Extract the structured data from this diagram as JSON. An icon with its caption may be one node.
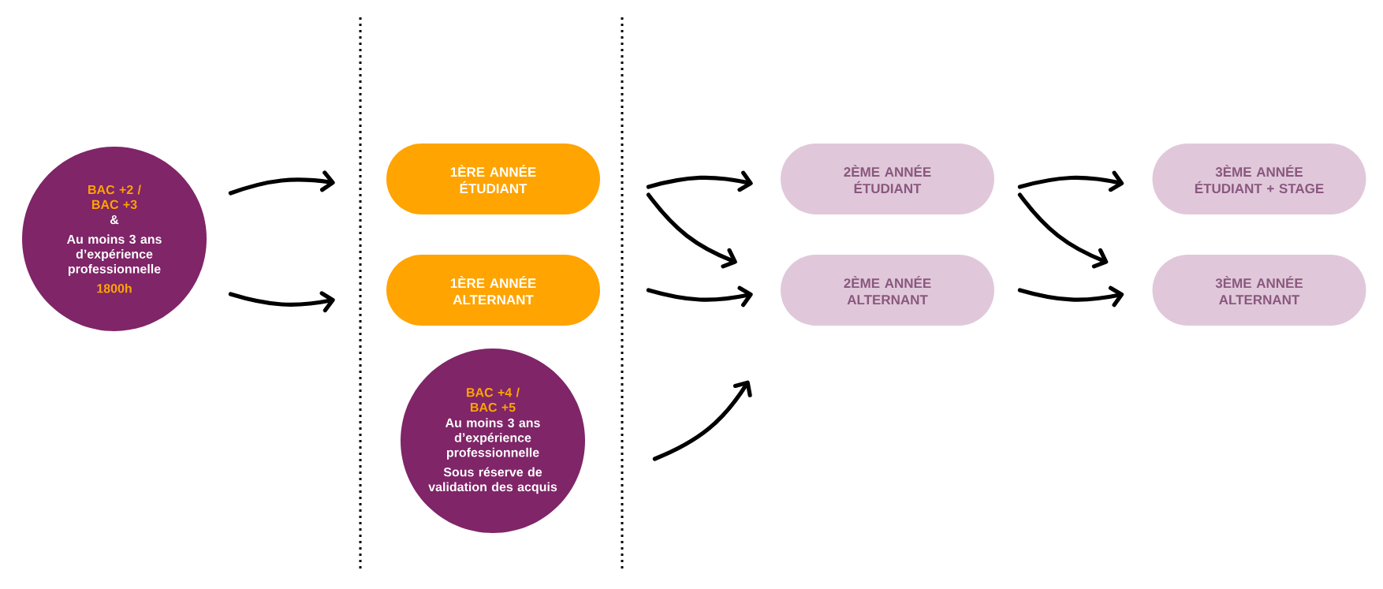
{
  "diagram": {
    "nodes": [
      {
        "text": [
          "BAC +2 / BAC +3",
          "&",
          "Au moins 3 ans d’expérience professionnelle",
          "1800h"
        ]
      },
      {
        "text": [
          "1ÈRE ANNÉE ÉTUDIANT"
        ]
      },
      {
        "text": [
          "1ÈRE ANNÉE ALTERNANT"
        ]
      },
      {
        "text": [
          "BAC +4 / BAC +5",
          "Au moins 3 ans d’expérience professionnelle",
          "Sous réserve de validation des acquis"
        ]
      },
      {
        "text": [
          "2ÈME ANNÉE ÉTUDIANT"
        ]
      },
      {
        "text": [
          "2ÈME ANNÉE ALTERNANT"
        ]
      },
      {
        "text": [
          "3ÈME ANNÉE ÉTUDIANT + STAGE"
        ]
      },
      {
        "text": [
          "3ÈME ANNÉE ALTERNANT"
        ]
      }
    ],
    "edges": [
      {
        "from": 0,
        "to": 1,
        "arrow": "to"
      },
      {
        "from": 0,
        "to": 2,
        "arrow": "to"
      },
      {
        "from": 1,
        "to": 4,
        "arrow": "to"
      },
      {
        "from": 1,
        "to": 5,
        "arrow": "to"
      },
      {
        "from": 2,
        "to": 5,
        "arrow": "to"
      },
      {
        "from": 3,
        "to": 5,
        "arrow": "to"
      },
      {
        "from": 4,
        "to": 6,
        "arrow": "to"
      },
      {
        "from": 4,
        "to": 7,
        "arrow": "to"
      },
      {
        "from": 5,
        "to": 7,
        "arrow": "to"
      }
    ]
  }
}
